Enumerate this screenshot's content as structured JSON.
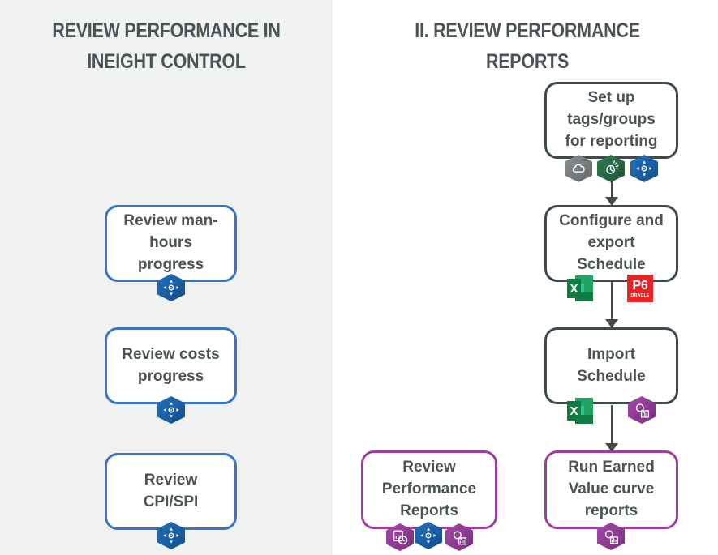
{
  "page": {
    "background_left": "#f0f1f1",
    "background_right": "#ffffff",
    "text_color": "#4a5456"
  },
  "columns": {
    "left": {
      "title": "REVIEW PERFORMANCE IN INEIGHT CONTROL",
      "accent_color": "#3a74c4",
      "nodes": [
        {
          "id": "review-man-hours-progress",
          "label": "Review man-hours progress",
          "border_color": "#3a74c4",
          "icons": [
            {
              "name": "ineight-control-icon",
              "color": "#1a5fa4",
              "shape": "hexagon"
            }
          ]
        },
        {
          "id": "review-costs-progress",
          "label": "Review costs progress",
          "border_color": "#3a74c4",
          "icons": [
            {
              "name": "ineight-control-icon",
              "color": "#1a5fa4",
              "shape": "hexagon"
            }
          ]
        },
        {
          "id": "review-cpi-spi",
          "label": "Review CPI/SPI",
          "border_color": "#3a74c4",
          "icons": [
            {
              "name": "ineight-control-icon",
              "color": "#1a5fa4",
              "shape": "hexagon"
            }
          ]
        }
      ]
    },
    "right": {
      "title": "II. REVIEW PERFORMANCE REPORTS",
      "accent_color": "#9c3f9c",
      "nodes": [
        {
          "id": "set-up-tags-groups",
          "label": "Set up tags/groups for reporting",
          "border_color": "#3d4b4d",
          "icons": [
            {
              "name": "ineight-cloud-icon",
              "color": "#75797b",
              "shape": "hexagon"
            },
            {
              "name": "ineight-plan-icon",
              "color": "#256640",
              "shape": "hexagon"
            },
            {
              "name": "ineight-control-icon",
              "color": "#1a5fa4",
              "shape": "hexagon"
            }
          ]
        },
        {
          "id": "configure-export-schedule",
          "label": "Configure and export Schedule",
          "border_color": "#3d4b4d",
          "icons": [
            {
              "name": "microsoft-excel-icon",
              "color": "#107c41",
              "shape": "square",
              "text": "X"
            },
            {
              "name": "oracle-p6-icon",
              "color": "#ea2227",
              "shape": "square",
              "text": "P6",
              "subtext": "ORACLE"
            }
          ]
        },
        {
          "id": "import-schedule",
          "label": "Import Schedule",
          "border_color": "#3d4b4d",
          "icons": [
            {
              "name": "microsoft-excel-icon",
              "color": "#107c41",
              "shape": "square",
              "text": "X"
            },
            {
              "name": "ineight-report-icon",
              "color": "#8e3a92",
              "shape": "hexagon"
            }
          ]
        },
        {
          "id": "review-performance-reports",
          "label": "Review Performance Reports",
          "border_color": "#9c3f9c",
          "icons": [
            {
              "name": "ineight-scheduled-report-icon",
              "color": "#8e3a92",
              "shape": "hexagon"
            },
            {
              "name": "ineight-control-icon",
              "color": "#1a5fa4",
              "shape": "hexagon"
            },
            {
              "name": "ineight-report-icon",
              "color": "#8e3a92",
              "shape": "hexagon"
            }
          ]
        },
        {
          "id": "run-earned-value-curve-reports",
          "label": "Run Earned Value curve reports",
          "border_color": "#9c3f9c",
          "icons": [
            {
              "name": "ineight-report-icon",
              "color": "#8e3a92",
              "shape": "hexagon"
            }
          ]
        }
      ],
      "connectors": [
        {
          "from": "set-up-tags-groups",
          "to": "configure-export-schedule",
          "style": "arrow-down"
        },
        {
          "from": "configure-export-schedule",
          "to": "import-schedule",
          "style": "arrow-down"
        },
        {
          "from": "import-schedule",
          "to": "run-earned-value-curve-reports",
          "style": "arrow-down"
        }
      ]
    }
  },
  "icon_labels": {
    "excel": "X",
    "p6_main": "P6",
    "p6_sub": "ORACLE"
  }
}
